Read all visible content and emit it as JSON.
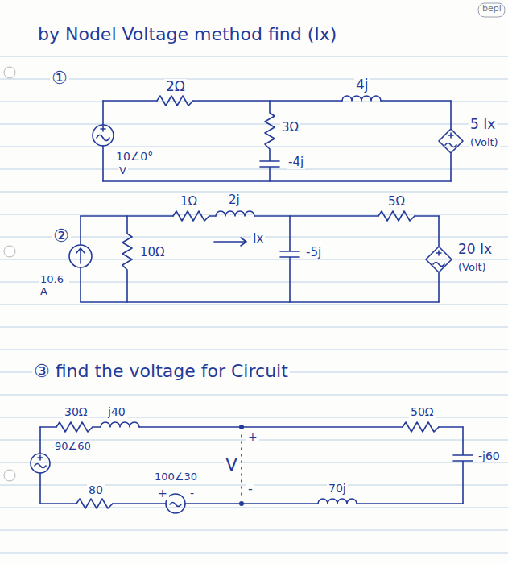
{
  "diagram": {
    "title": "by Nodel Voltage method find (Ix)",
    "labels": [
      "①",
      "2Ω",
      "4j",
      "3Ω",
      "-4j",
      "5 Ix",
      "(Volt)",
      "10∠0°",
      "V",
      "②",
      "1Ω",
      "2j",
      "5Ω",
      "10Ω",
      "Ix",
      "-5j",
      "20 Ix",
      "(Volt)",
      "10.6 A",
      "③ find the voltage for Circuit",
      "30Ω",
      "j40",
      "+",
      "50Ω",
      "90∠60",
      "V",
      "-j60",
      "80",
      "100∠30",
      "+",
      "-",
      "-",
      "70j",
      "bepl"
    ]
  }
}
